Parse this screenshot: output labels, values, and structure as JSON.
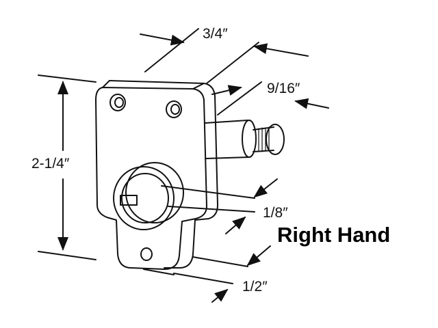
{
  "dimensions": {
    "width_top": "3/4″",
    "shaft_length": "9/16″",
    "height": "2-1/4″",
    "offset": "1/8″",
    "tab_width": "1/2″"
  },
  "caption": "Right Hand",
  "colors": {
    "line": "#111111",
    "background": "#ffffff"
  }
}
